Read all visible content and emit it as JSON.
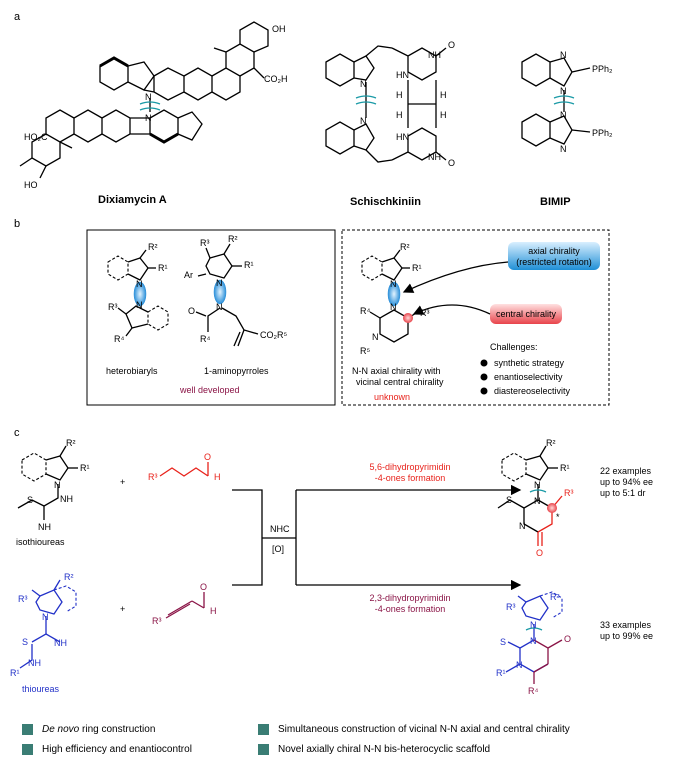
{
  "panel_labels": {
    "a": "a",
    "b": "b",
    "c": "c"
  },
  "panel_a": {
    "compound_1": "Dixiamycin A",
    "compound_2": "Schischkiniin",
    "compound_3": "BIMIP",
    "atoms": {
      "oh": "OH",
      "co2h": "CO₂H",
      "ho2c": "HO₂C",
      "ho": "HO",
      "h": "H",
      "hn": "HN",
      "nh": "NH",
      "o": "O",
      "n": "N",
      "pph2": "PPh₂"
    }
  },
  "panel_b": {
    "left_labels": {
      "heterobiaryls": "heterobiaryls",
      "aminopyrroles": "1-aminopyrroles",
      "status": "well developed"
    },
    "right": {
      "axial_box": "axial chirality (restricted rotation)",
      "central_box": "central chirality",
      "caption": "N-N axial chirality with vicinal central chirality",
      "status": "unknown",
      "challenges_title": "Challenges:",
      "challenges": [
        "synthetic strategy",
        "enantioselectivity",
        "diastereoselectivity"
      ]
    },
    "substituents": {
      "r1": "R¹",
      "r2": "R²",
      "r3": "R³",
      "r4": "R⁴",
      "r5": "R⁵",
      "ar": "Ar",
      "co2r5": "CO₂R⁵",
      "o": "O",
      "n": "N"
    }
  },
  "panel_c": {
    "reactant_labels": {
      "isothioureas": "isothioureas",
      "thioureas": "thioureas"
    },
    "plus": "+",
    "catalyst": "NHC",
    "oxidant": "[O]",
    "route_1": {
      "line1": "5,6-dihydropyrimidin",
      "line2": "-4-ones formation"
    },
    "route_2": {
      "line1": "2,3-dihydropyrimidin",
      "line2": "-4-ones formation"
    },
    "result_1": {
      "line1": "22 examples",
      "line2": "up to 94% ee",
      "line3": "up to 5:1 dr"
    },
    "result_2": {
      "line1": "33 examples",
      "line2": "up to 99% ee"
    },
    "atoms": {
      "s": "S",
      "nh": "NH",
      "n": "N",
      "o": "O",
      "h": "H",
      "r1": "R¹",
      "r2": "R²",
      "r3": "R³",
      "r4": "R⁴",
      "star": "*"
    }
  },
  "summary": {
    "item_1_em": "De novo",
    "item_1_rest": " ring construction",
    "item_2": "High efficiency and enantiocontrol",
    "item_3": "Simultaneous construction of vicinal N-N axial and central chirality",
    "item_4": "Novel axially chiral N-N bis-heterocyclic scaffold"
  },
  "colors": {
    "red": "#e8221b",
    "blue": "#2231c8",
    "purple": "#8a1446",
    "teal_bullet": "#3a7d74",
    "axial_box": "#1f8fd6",
    "central_box": "#e8434a",
    "bond_marker": "#1a9aa6"
  }
}
